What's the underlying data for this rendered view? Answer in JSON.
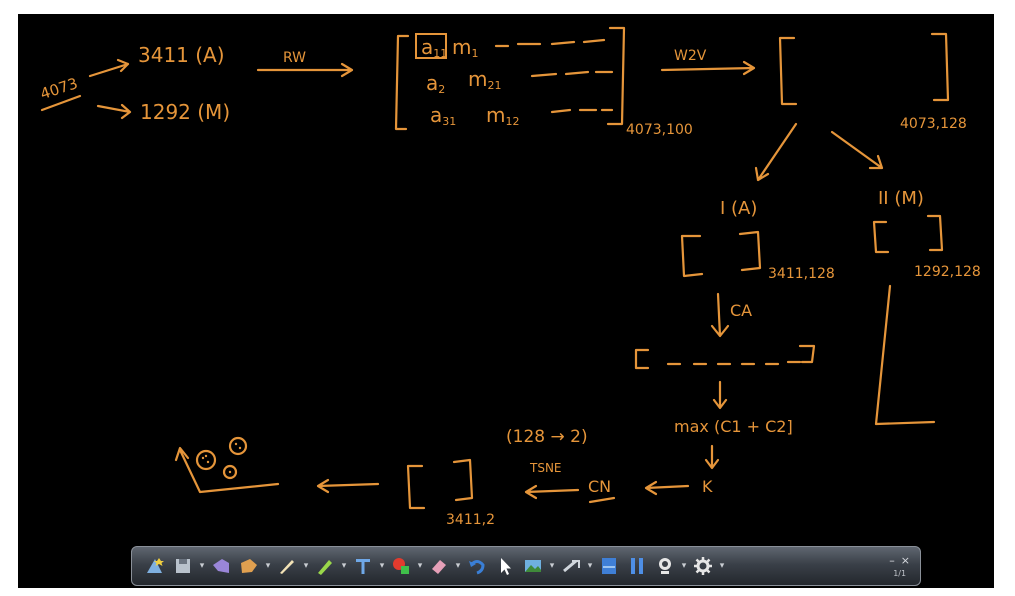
{
  "whiteboard": {
    "ink_color": "#e5953a",
    "background": "#000000",
    "labels": {
      "total": "4073",
      "authors": "3411 (A)",
      "meetings": "1292 (M)",
      "rw": "RW",
      "w2v": "W2V",
      "row1_a": "a",
      "row1_a_sub": "11",
      "row1_m": "m",
      "row1_m_sub": "1",
      "row2_a": "a",
      "row2_a_sub": "2",
      "row2_m": "m",
      "row2_m_sub": "21",
      "row3_a": "a",
      "row3_a_sub": "31",
      "row3_m": "m",
      "row3_m_sub": "12",
      "dim_rw": "4073,100",
      "dim_w2v": "4073,128",
      "branch_a": "I (A)",
      "branch_m": "II (M)",
      "dim_a": "3411,128",
      "dim_m": "1292,128",
      "ca": "CA",
      "max": "max (C1 + C2]",
      "k": "K",
      "cn": "CN",
      "tsne": "TSNE",
      "tsne_dim": "(128 → 2)",
      "dim_out": "3411,2"
    }
  },
  "toolbar": {
    "tools": [
      {
        "name": "new-page-icon",
        "color": "#7fb0e0"
      },
      {
        "name": "save-icon",
        "color": "#b9c2cc"
      },
      {
        "name": "prev-page-icon",
        "color": "#9a86d8"
      },
      {
        "name": "next-page-icon",
        "color": "#e0a050"
      },
      {
        "name": "pen-icon",
        "color": "#f2e2b6"
      },
      {
        "name": "highlighter-icon",
        "color": "#9ad84a"
      },
      {
        "name": "text-tool-icon",
        "color": "#6fa8e8"
      },
      {
        "name": "shapes-icon",
        "color": "#e23b2e"
      },
      {
        "name": "eraser-icon",
        "color": "#e6a0b8"
      },
      {
        "name": "undo-icon",
        "color": "#3a7fd6"
      },
      {
        "name": "pointer-icon",
        "color": "#ffffff"
      },
      {
        "name": "screenshot-icon",
        "color": "#6fb0e0"
      },
      {
        "name": "laser-icon",
        "color": "#d0d6dc"
      },
      {
        "name": "blank-screen-icon",
        "color": "#3f7fd6"
      },
      {
        "name": "pause-icon",
        "color": "#4e8fe6"
      },
      {
        "name": "webcam-icon",
        "color": "#e6e6e6"
      },
      {
        "name": "settings-icon",
        "color": "#e6e6e6"
      }
    ],
    "window": {
      "minimize": "–",
      "close": "×",
      "page_counter": "1/1"
    }
  }
}
